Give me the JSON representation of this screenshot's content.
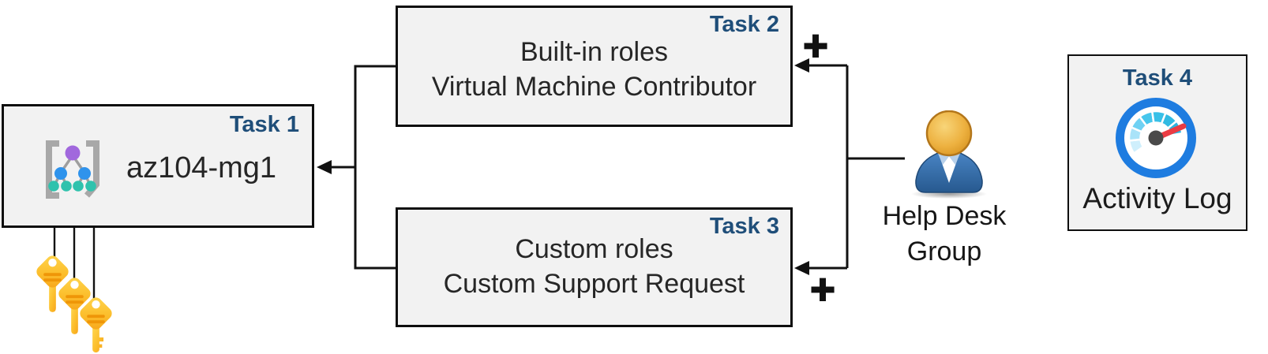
{
  "boxes": {
    "task1": {
      "label": "Task 1",
      "name": "az104-mg1"
    },
    "task2": {
      "label": "Task 2",
      "lines": [
        "Built-in roles",
        "Virtual Machine Contributor"
      ]
    },
    "task3": {
      "label": "Task 3",
      "lines": [
        "Custom roles",
        "Custom Support Request"
      ]
    },
    "task4": {
      "label": "Task 4",
      "caption": "Activity Log"
    }
  },
  "actor": {
    "lines": [
      "Help Desk",
      "Group"
    ]
  },
  "markers": {
    "plus": "+"
  },
  "icons": {
    "management_group": "management-group-icon",
    "keys": "key-icon",
    "person": "person-icon",
    "activity_log": "gauge-icon",
    "plus": "plus-icon"
  },
  "colors": {
    "task_label": "#1F4E79",
    "box_fill": "#F2F2F2",
    "box_border": "#0E0E0E",
    "body_text": "#262626",
    "connector": "#111111",
    "key_gold_light": "#FFD64F",
    "key_gold_dark": "#F7A51B",
    "key_stripe": "#EF9608",
    "person_blue": "#3C78B8",
    "person_head_gold": "#E8AC3C",
    "gauge_ring_blue": "#1E7CE0",
    "needle_red": "#EA3B43",
    "gauge_segments": [
      "#CFEFFC",
      "#A9E3F9",
      "#6FD1F3",
      "#46C6EC",
      "#38C0E7",
      "#31BAE2",
      "#2DB4DE"
    ],
    "mg_purple": "#A168DD",
    "mg_blue": "#2F93EC",
    "mg_teal": "#2FC2AD",
    "mg_bracket_gray": "#A8A8A8"
  }
}
